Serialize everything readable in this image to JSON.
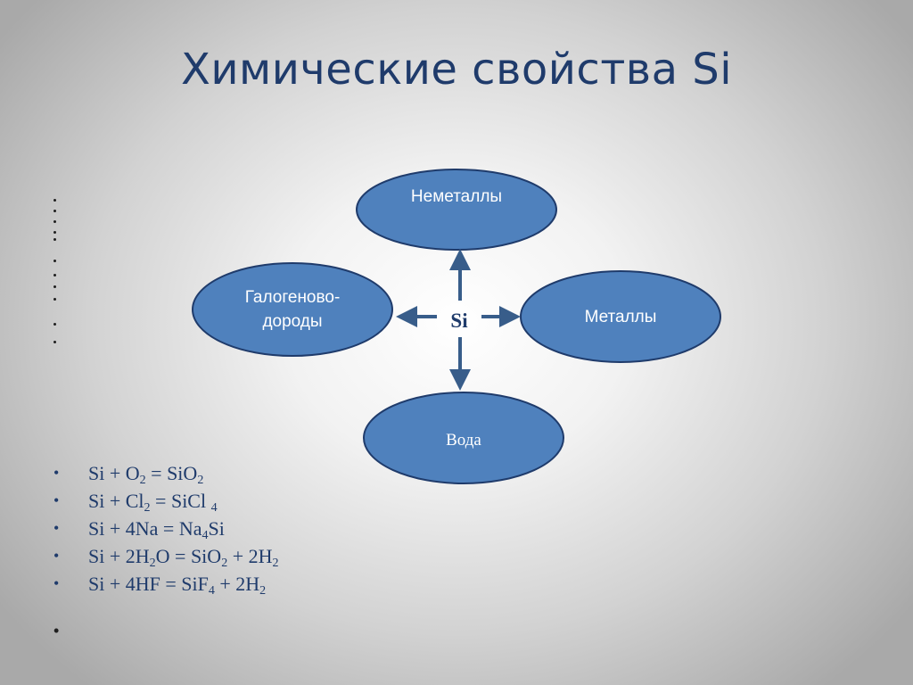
{
  "slide": {
    "title": "Химические свойства Si"
  },
  "diagram": {
    "center": "Si",
    "nodes": {
      "top": "Неметаллы",
      "left_line1": "Галогеново-",
      "left_line2": "дороды",
      "right": "Металлы",
      "bottom": "Вода"
    }
  },
  "equations": [
    {
      "parts": [
        "Si + O",
        "2",
        " = SiO",
        "2"
      ]
    },
    {
      "parts": [
        "Si + Cl",
        "2",
        " = SiCl ",
        "4"
      ]
    },
    {
      "parts": [
        "Si + 4Na = Na",
        "4",
        "Si"
      ]
    },
    {
      "parts": [
        "Si + 2H",
        "2",
        "O = SiO",
        "2",
        " + 2H",
        "2"
      ]
    },
    {
      "parts": [
        "Si + 4HF = SiF",
        "4",
        " + 2H",
        "2"
      ]
    }
  ],
  "bullet_symbol": "•",
  "colors": {
    "title": "#1f3b6b",
    "node_fill": "#4f81bd",
    "node_stroke": "#1f3b6b",
    "arrow": "#385d8a"
  }
}
